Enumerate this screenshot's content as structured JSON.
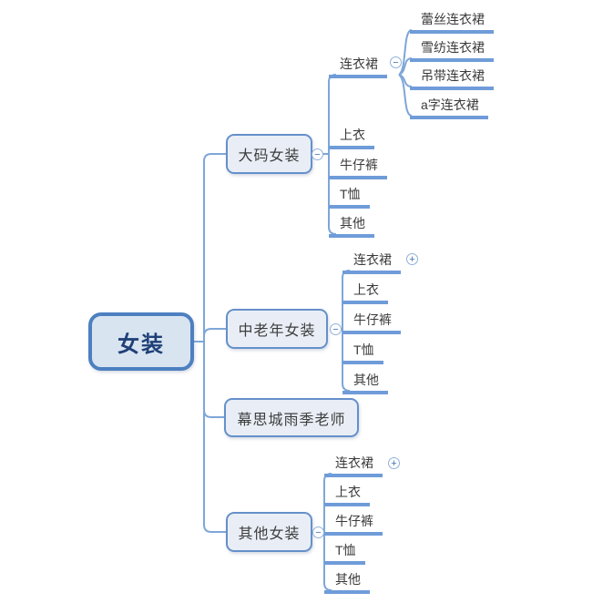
{
  "theme": {
    "root_fill": "#d9e4f1",
    "root_border": "#4d80c0",
    "root_text": "#1f4077",
    "box_fill": "#e9eef6",
    "box_border": "#6590ca",
    "box_text": "#3d3d3d",
    "line": "#7ea6d8",
    "underline": "#6f9cd9",
    "topic_text": "#3a3a3a",
    "icon_stroke": "#8fb0d9",
    "icon_glyph": "#3d6fad"
  },
  "icons": {
    "collapse": "−",
    "expand": "+"
  },
  "map": {
    "root": {
      "label": "女装"
    },
    "branches": [
      {
        "label": "大码女装",
        "state": "expanded",
        "children": [
          {
            "label": "连衣裙",
            "state": "expanded",
            "children": [
              {
                "label": "蕾丝连衣裙"
              },
              {
                "label": "雪纺连衣裙"
              },
              {
                "label": "吊带连衣裙"
              },
              {
                "label": "a字连衣裙"
              }
            ]
          },
          {
            "label": "上衣"
          },
          {
            "label": "牛仔裤"
          },
          {
            "label": "T恤"
          },
          {
            "label": "其他"
          }
        ]
      },
      {
        "label": "中老年女装",
        "state": "expanded",
        "children": [
          {
            "label": "连衣裙",
            "state": "collapsed"
          },
          {
            "label": "上衣"
          },
          {
            "label": "牛仔裤"
          },
          {
            "label": "T恤"
          },
          {
            "label": "其他"
          }
        ]
      },
      {
        "label": "幕思城雨季老师",
        "children": []
      },
      {
        "label": "其他女装",
        "state": "expanded",
        "children": [
          {
            "label": "连衣裙",
            "state": "collapsed"
          },
          {
            "label": "上衣"
          },
          {
            "label": "牛仔裤"
          },
          {
            "label": "T恤"
          },
          {
            "label": "其他"
          }
        ]
      }
    ]
  }
}
